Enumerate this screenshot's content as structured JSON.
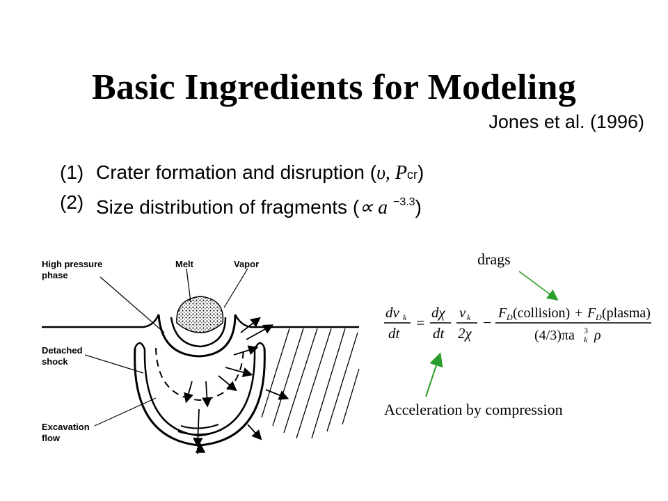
{
  "slide": {
    "title": "Basic Ingredients for Modeling",
    "citation": "Jones et al. (1996)"
  },
  "list": [
    {
      "num": "(1)",
      "text": "Crater formation and disruption (",
      "sym": "υ, P",
      "sub": "cr",
      "close": ")"
    },
    {
      "num": "(2)",
      "text": "Size distribution of fragments (",
      "sym": "∝ a",
      "sup": "−3.3",
      "close": ")"
    }
  ],
  "figure": {
    "labels": {
      "high_pressure": "High pressure\nphase",
      "melt": "Melt",
      "vapor": "Vapor",
      "detached_shock": "Detached\nshock",
      "excavation_flow": "Excavation\nflow"
    }
  },
  "equation": {
    "lhs_num": "dv",
    "lhs_num_sub": "k",
    "lhs_den": "dt",
    "chi_num": "dχ",
    "chi_den": "dt",
    "v_num": "v",
    "v_num_sub": "k",
    "v_den": "2χ",
    "drag_num": "F(collision) + F(plasma)",
    "drag_term1": "(collision)",
    "drag_term2": "(plasma)",
    "drag_den": "(4/3)πa",
    "rho": "ρ"
  },
  "annotations": {
    "drags": "drags",
    "acceleration": "Acceleration by compression",
    "arrow_color": "#2a9d2a"
  }
}
